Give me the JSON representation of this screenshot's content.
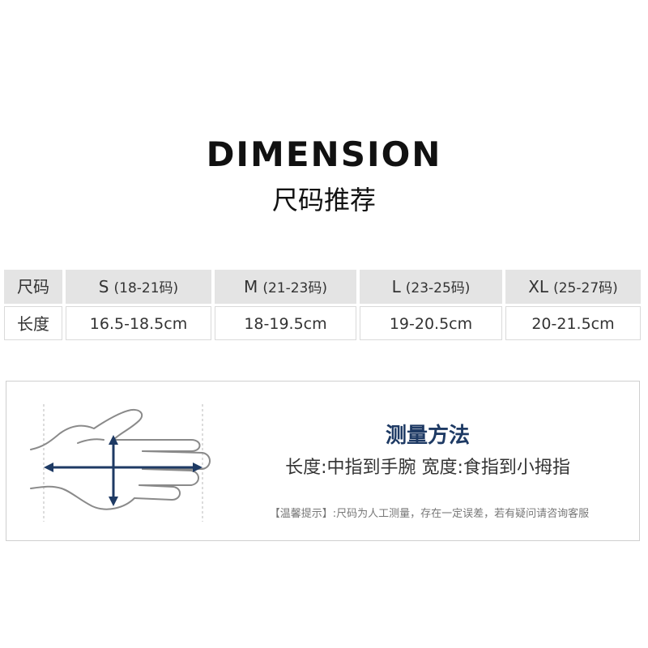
{
  "header": {
    "title": "DIMENSION",
    "subtitle": "尺码推荐"
  },
  "size_table": {
    "row_labels": {
      "size": "尺码",
      "length": "长度"
    },
    "sizes": [
      {
        "code": "S",
        "range": "(18-21码)",
        "length": "16.5-18.5cm"
      },
      {
        "code": "M",
        "range": "(21-23码)",
        "length": "18-19.5cm"
      },
      {
        "code": "L",
        "range": "(23-25码)",
        "length": "19-20.5cm"
      },
      {
        "code": "XL",
        "range": "(25-27码)",
        "length": "20-21.5cm"
      }
    ]
  },
  "measurement": {
    "title": "测量方法",
    "description": "长度:中指到手腕  宽度:食指到小拇指",
    "tip": "【温馨提示】:尺码为人工测量，存在一定误差，若有疑问请咨询客服",
    "illustration": "hand-outline-icon",
    "arrow_color": "#1e3a64"
  },
  "colors": {
    "title_text": "#111111",
    "table_header_bg": "#e4e4e4",
    "accent": "#1e3a64"
  }
}
